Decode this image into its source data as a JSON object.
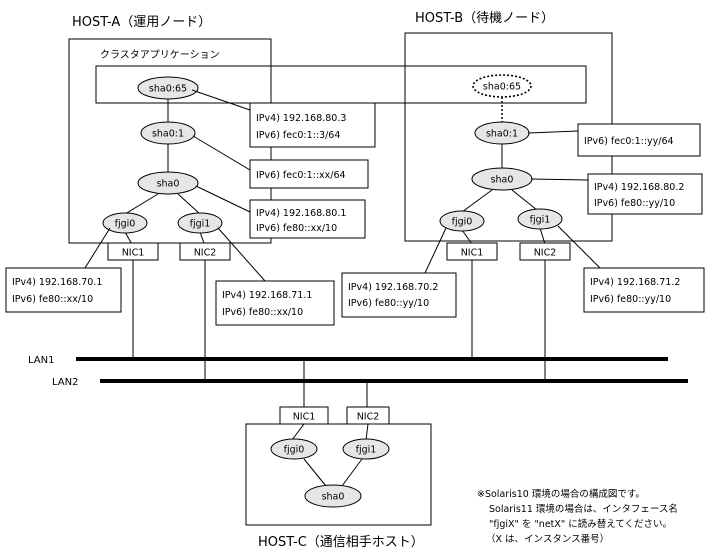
{
  "hosts": {
    "a": "HOST-A（運用ノード）",
    "b": "HOST-B（待機ノード）",
    "c": "HOST-C（通信相手ホスト）"
  },
  "cluster_app": "クラスタアプリケーション",
  "nodes": {
    "a_sha065": "sha0:65",
    "a_sha01": "sha0:1",
    "a_sha0": "sha0",
    "a_fjgi0": "fjgi0",
    "a_fjgi1": "fjgi1",
    "b_sha065": "sha0:65",
    "b_sha01": "sha0:1",
    "b_sha0": "sha0",
    "b_fjgi0": "fjgi0",
    "b_fjgi1": "fjgi1",
    "c_fjgi0": "fjgi0",
    "c_fjgi1": "fjgi1",
    "c_sha0": "sha0"
  },
  "nics": {
    "a_nic1": "NIC1",
    "a_nic2": "NIC2",
    "b_nic1": "NIC1",
    "b_nic2": "NIC2",
    "c_nic1": "NIC1",
    "c_nic2": "NIC2"
  },
  "addresses": {
    "a_sha065_v4": "IPv4) 192.168.80.3",
    "a_sha065_v6": "IPv6) fec0:1::3/64",
    "a_sha01_v6": "IPv6) fec0:1::xx/64",
    "a_sha0_v4": "IPv4) 192.168.80.1",
    "a_sha0_v6": "IPv6) fe80::xx/10",
    "a_fjgi0_v4": "IPv4) 192.168.70.1",
    "a_fjgi0_v6": "IPv6) fe80::xx/10",
    "a_fjgi1_v4": "IPv4) 192.168.71.1",
    "a_fjgi1_v6": "IPv6) fe80::xx/10",
    "b_sha01_v6": "IPv6) fec0:1::yy/64",
    "b_sha0_v4": "IPv4) 192.168.80.2",
    "b_sha0_v6": "IPv6) fe80::yy/10",
    "b_fjgi0_v4": "IPv4) 192.168.70.2",
    "b_fjgi0_v6": "IPv6) fe80::yy/10",
    "b_fjgi1_v4": "IPv4) 192.168.71.2",
    "b_fjgi1_v6": "IPv6) fe80::yy/10"
  },
  "lans": {
    "lan1": "LAN1",
    "lan2": "LAN2"
  },
  "note": {
    "line1": "※Solaris10 環境の場合の構成図です。",
    "line2": "Solaris11 環境の場合は、インタフェース名",
    "line3": "\"fjgiX\" を \"netX\" に読み替えてください。",
    "line4": "（X は、インスタンス番号）"
  }
}
